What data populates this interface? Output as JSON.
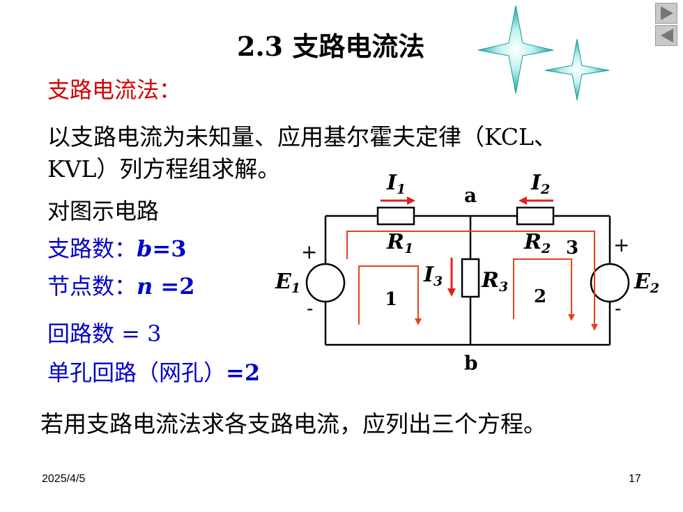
{
  "slide": {
    "title": "2.3  支路电流法",
    "heading": "支路电流法：",
    "description_line1": "以支路电流为未知量、应用基尔霍夫定律（KCL、",
    "description_line2": "KVL）列方程组求解。",
    "circuit_intro": "对图示电路",
    "branch_label": "支路数：",
    "branch_var": "b",
    "branch_value": "=3",
    "node_label": "节点数：",
    "node_var": "n",
    "node_value": " =2",
    "loop_count": "回路数 = 3",
    "mesh_label": "单孔回路（网孔）",
    "mesh_value": "=2",
    "conclusion": "若用支路电流法求各支路电流，应列出三个方程。",
    "date": "2025/4/5",
    "page_number": "17"
  },
  "circuit": {
    "current_1": "I",
    "current_1_sub": "1",
    "current_2": "I",
    "current_2_sub": "2",
    "current_3": "I",
    "current_3_sub": "3",
    "node_a": "a",
    "node_b": "b",
    "resistor_1": "R",
    "resistor_1_sub": "1",
    "resistor_2": "R",
    "resistor_2_sub": "2",
    "resistor_3": "R",
    "resistor_3_sub": "3",
    "source_1": "E",
    "source_1_sub": "1",
    "source_2": "E",
    "source_2_sub": "2",
    "plus_1": "+",
    "minus_1": "-",
    "plus_2": "+",
    "minus_2": "-",
    "loop_1": "1",
    "loop_2": "2",
    "loop_3": "3"
  },
  "colors": {
    "title_heading": "#d40000",
    "blue_text": "#0000c8",
    "loop_arrows": "#e8401c",
    "current_arrows": "#e02020",
    "star": "#2ab0b0"
  },
  "icons": {
    "nav_next": "triangle-right-icon",
    "nav_prev": "triangle-left-icon",
    "decoration": "four-point-star-icon"
  }
}
